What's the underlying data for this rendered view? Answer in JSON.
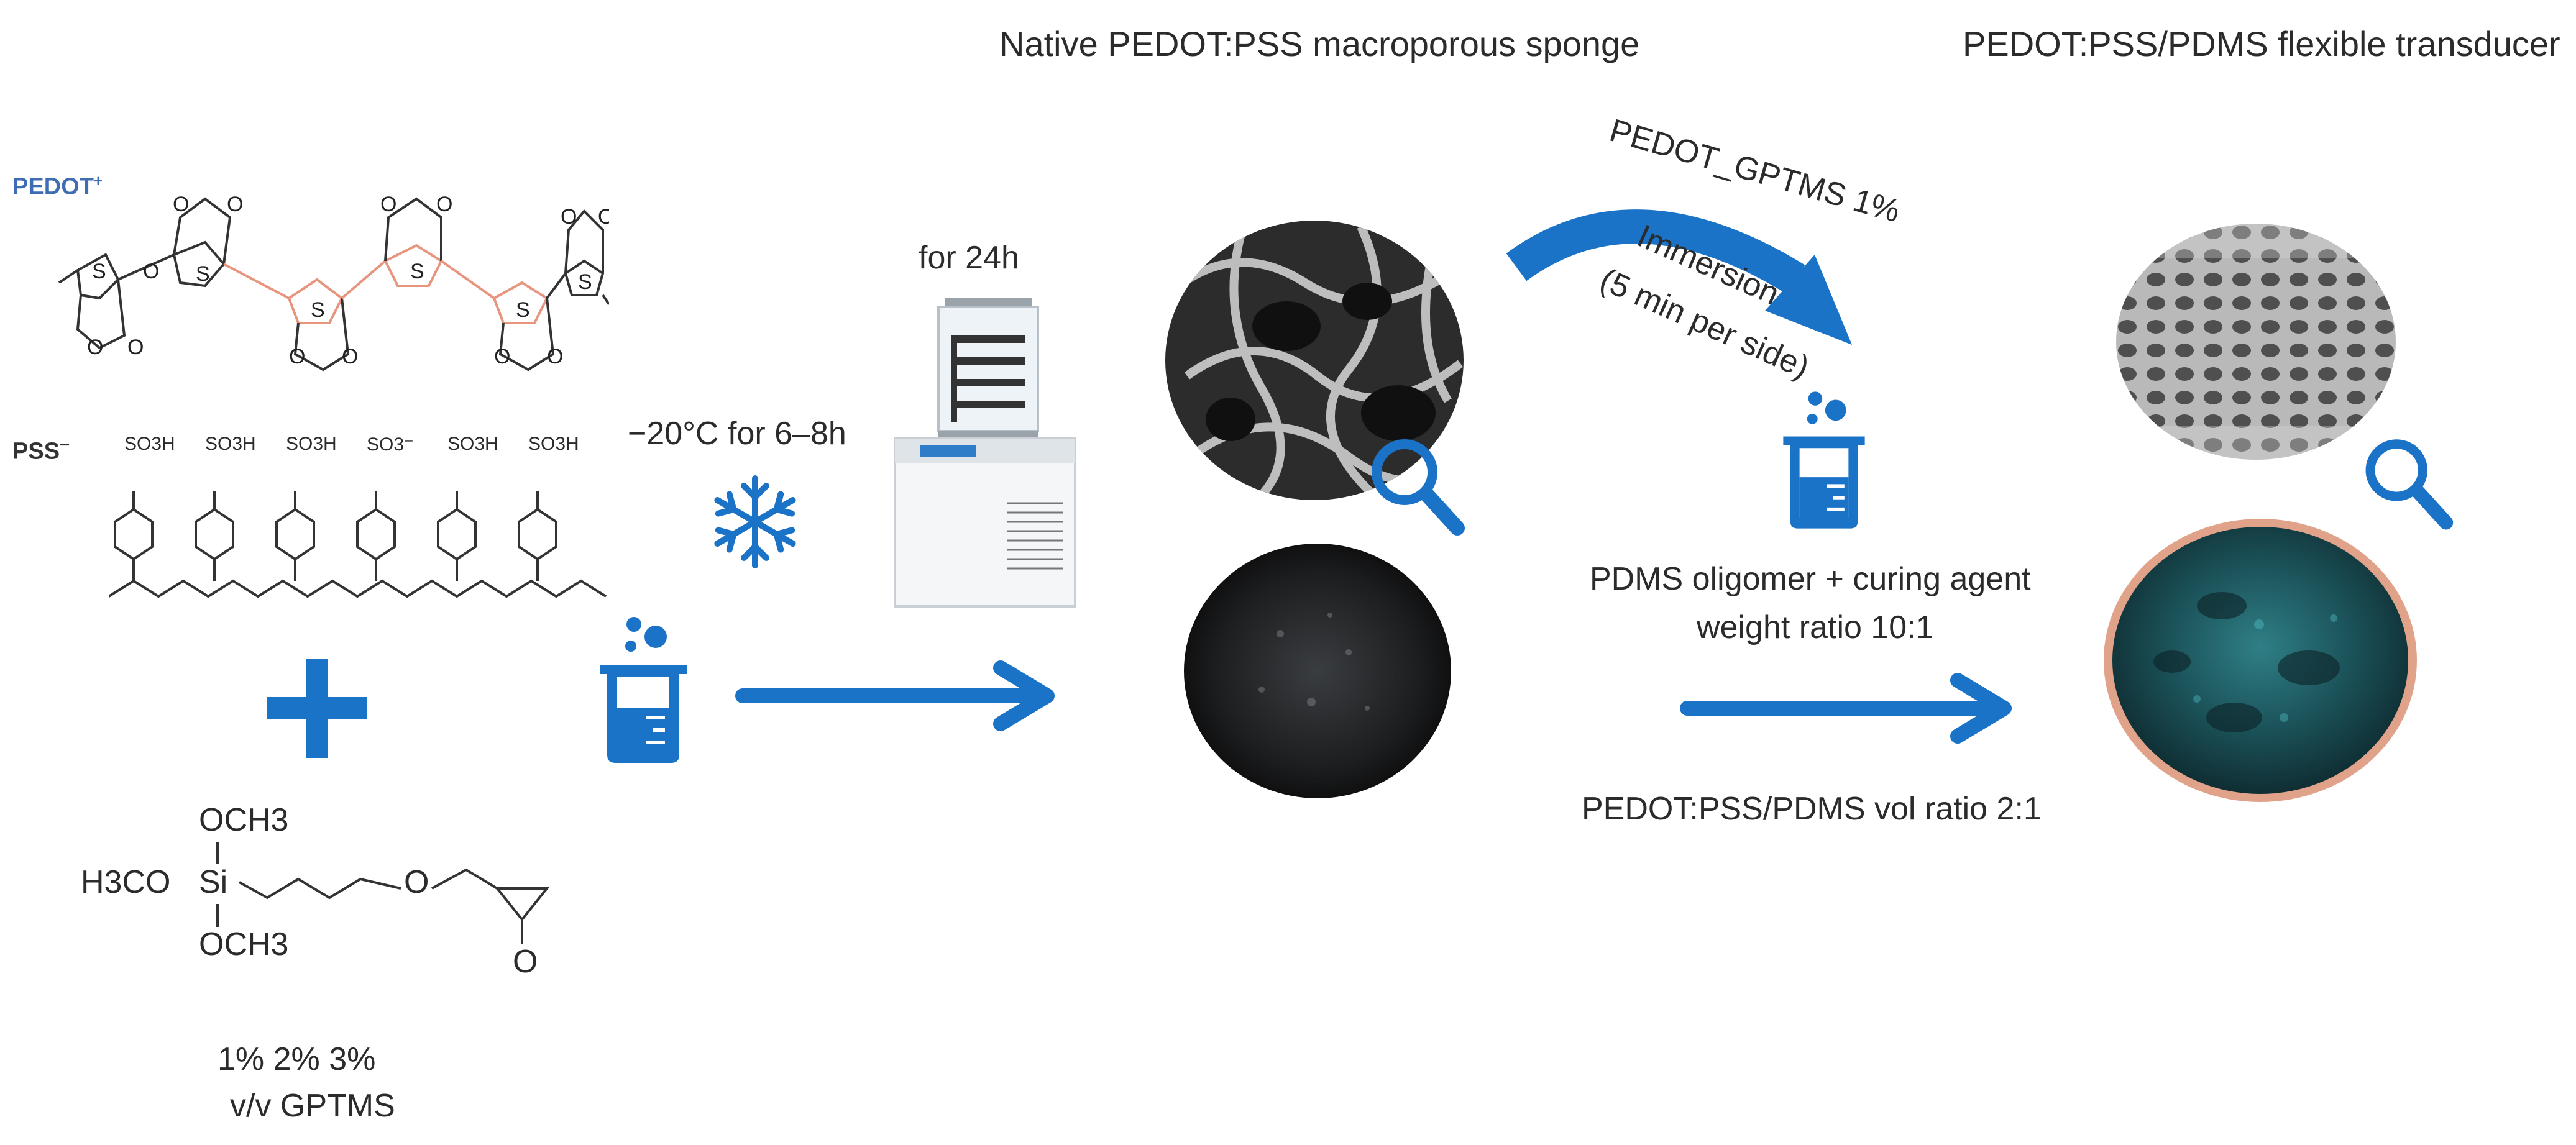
{
  "titles": {
    "sponge": "Native PEDOT:PSS macroporous sponge",
    "transducer": "PEDOT:PSS/PDMS flexible transducer"
  },
  "left": {
    "pedot_label": "PEDOT",
    "pedot_charge": "+",
    "pss_label": "PSS",
    "pss_charge": "−",
    "sulfonate_groups": [
      "SO3H",
      "SO3H",
      "SO3H",
      "SO3⁻",
      "SO3H",
      "SO3H"
    ],
    "gptms_groups": {
      "top": "OCH3",
      "left": "H3CO",
      "si": "Si",
      "bottom": "OCH3",
      "o": "O"
    },
    "concentrations": "1%   2%   3%",
    "concentration_unit": "v/v GPTMS"
  },
  "process": {
    "freeze": "−20°C for 6–8h",
    "dry": "for 24h"
  },
  "right": {
    "gptms_label": "PEDOT_GPTMS 1%",
    "immersion_line1": "Immersion",
    "immersion_line2": "(5 min per side)",
    "pdms_line1": "PDMS oligomer + curing agent",
    "pdms_line2": "weight ratio 10:1",
    "vol_ratio": "PEDOT:PSS/PDMS vol ratio 2:1"
  },
  "colors": {
    "accent": "#1a73c6",
    "bond_highlight": "#e8957f",
    "pedot_blue": "#3f6db3"
  },
  "icons": [
    "beaker-icon",
    "snowflake-icon",
    "freeze-dryer-icon",
    "magnifier-icon"
  ]
}
